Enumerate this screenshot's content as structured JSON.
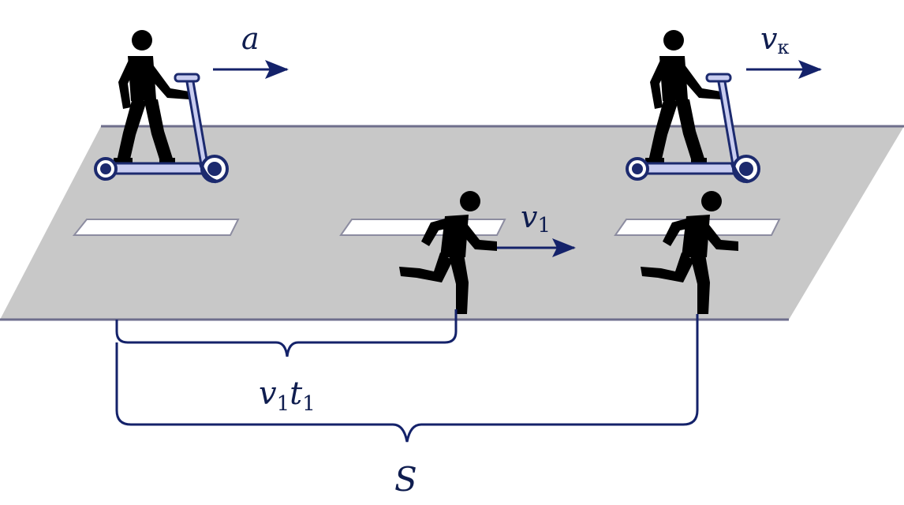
{
  "labels": {
    "acceleration": "a",
    "final_speed": "v",
    "final_speed_sub": "к",
    "runner_speed": "v",
    "runner_speed_sub": "1",
    "runner_distance_v": "v",
    "runner_distance_v_sub": "1",
    "runner_distance_t": "t",
    "runner_distance_t_sub": "1",
    "total_distance": "S"
  },
  "colors": {
    "road": "#c8c8c8",
    "road_edge": "#6e6e8c",
    "lane_mark": "#ffffff",
    "arrow": "#14226a",
    "figure": "#000000",
    "scooter_frame": "#1c2a6e",
    "scooter_deck": "#c9cdf0",
    "brace": "#14226a"
  },
  "icons": {
    "scooter_rider": "person-on-scooter-icon",
    "runner": "running-person-icon"
  }
}
